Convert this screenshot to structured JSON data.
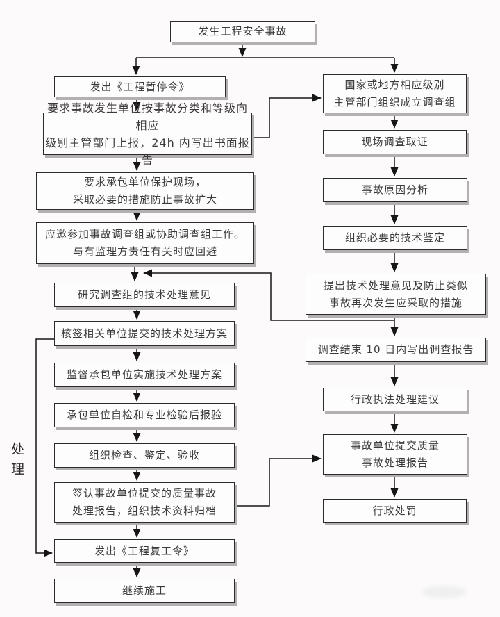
{
  "colors": {
    "background": "#fcfafa",
    "line": "#161616",
    "box_border": "#2b2b2b",
    "box_shadow": "#b3b0b0",
    "text": "#3c3a3a"
  },
  "side_label": "处理",
  "nodes": {
    "start": "发生工程安全事故",
    "left": [
      "发出《工程暂停令》",
      "要求事故发生单位按事故分类和等级向相应\n级别主管部门上报，24h 内写出书面报告",
      "要求承包单位保护现场，\n采取必要的措施防止事故扩大",
      "应邀参加事故调查组或协助调查组工作。\n与有监理方责任有关时应回避",
      "研究调查组的技术处理意见",
      "核签相关单位提交的技术处理方案",
      "监督承包单位实施技术处理方案",
      "承包单位自检和专业检验后报验",
      "组织检查、鉴定、验收",
      "签认事故单位提交的质量事故\n处理报告，组织技术资料归档",
      "发出《工程复工令》",
      "继续施工"
    ],
    "right": [
      "国家或地方相应级别\n主管部门组织成立调查组",
      "现场调查取证",
      "事故原因分析",
      "组织必要的技术鉴定",
      "提出技术处理意见及防止类似\n事故再次发生应采取的措施",
      "调查结束 10 日内写出调查报告",
      "行政执法处理建议",
      "事故单位提交质量\n事故处理报告",
      "行政处罚"
    ]
  }
}
